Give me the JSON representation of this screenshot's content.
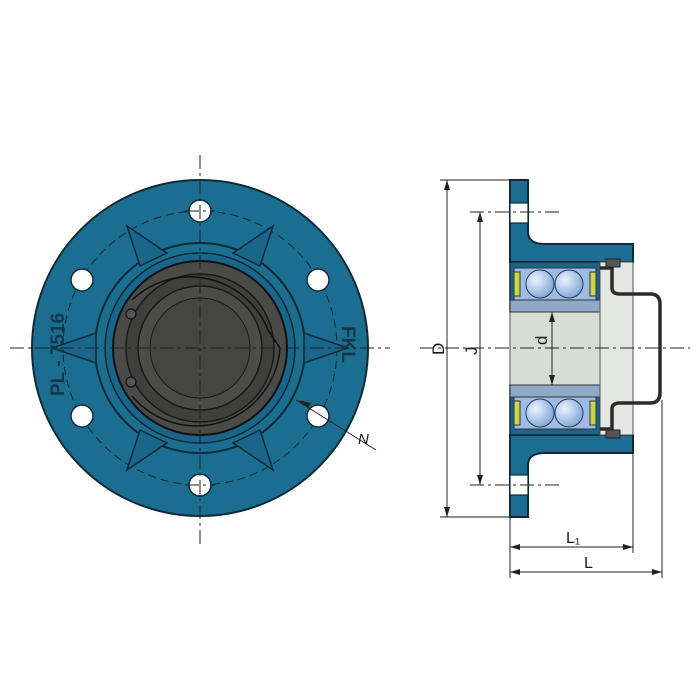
{
  "colors": {
    "housing": "#1c6e90",
    "housing_dark": "#15597a",
    "outline": "#0d2a38",
    "inner_dark": "#4a4a48",
    "bore_gray": "#d9dbd8",
    "ball_blue": "#a8c8ee",
    "seal_green": "#c9d84a",
    "dim_line": "#222222"
  },
  "front_view": {
    "marking_left": "PL - 7516",
    "marking_right": "FKL",
    "bolt_hole_label": "N"
  },
  "side_view": {
    "dim_D": "D",
    "dim_J": "J",
    "dim_d": "d",
    "dim_L1": "L₁",
    "dim_L": "L"
  }
}
